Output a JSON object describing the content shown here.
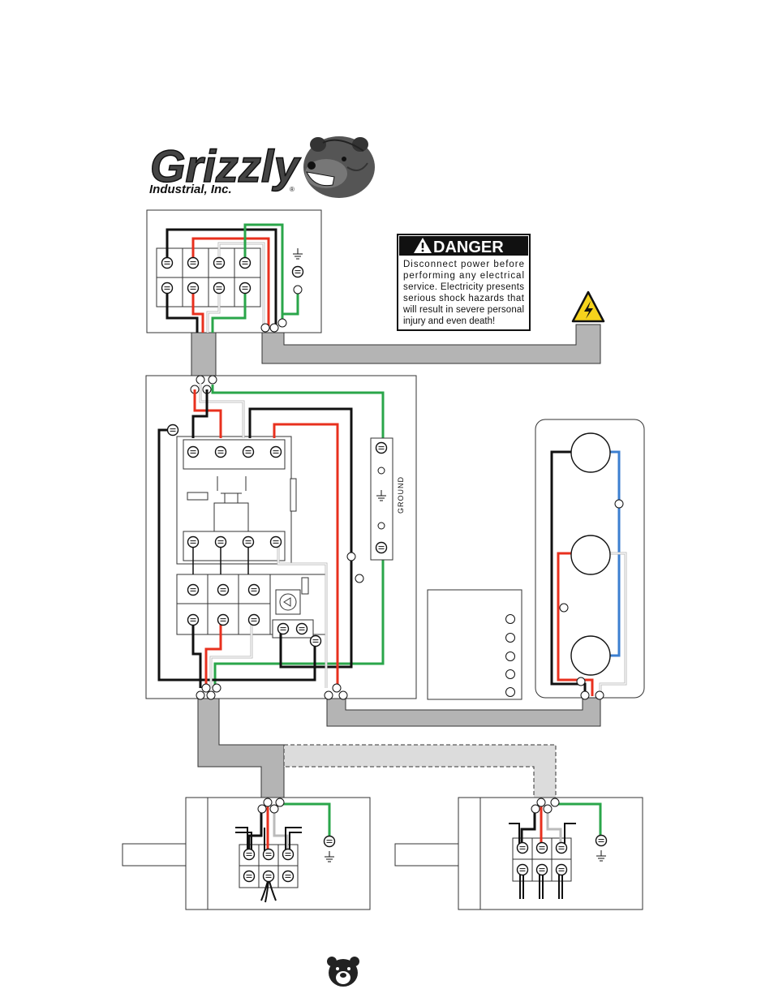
{
  "logo": {
    "brand": "Grizzly",
    "subtitle": "Industrial, Inc.",
    "registered": "®",
    "icon": "bear-head-icon"
  },
  "danger": {
    "title": "DANGER",
    "icon": "exclamation-icon",
    "lines": [
      "Disconnect power before",
      "performing any electrical",
      "service. Electricity presents",
      "serious shock hazards that",
      "will result in severe personal",
      "injury and even death!"
    ]
  },
  "warning_icon": "high-voltage-warning-icon",
  "ground_bar": {
    "label": "GROUND"
  },
  "footer_icon": "bear-head-icon",
  "colors": {
    "hot": "#e8301e",
    "ground": "#2aa64a",
    "control": "#3c7fd0",
    "black": "#111111",
    "conduit": "#b4b4b4",
    "conduit_light": "#dcdcdc"
  }
}
